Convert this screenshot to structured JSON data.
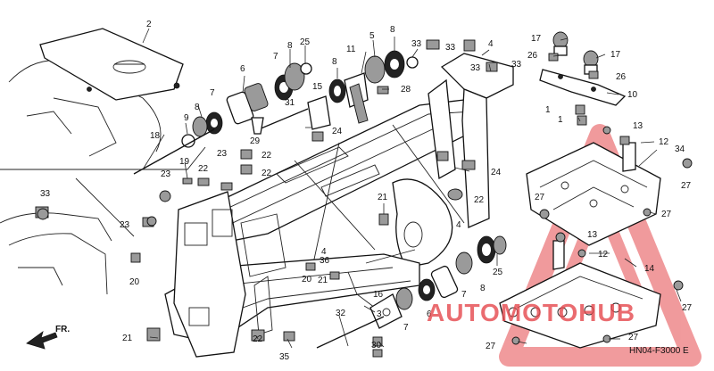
{
  "diagram": {
    "code": "HN04-F3000 E",
    "front_marker": "FR.",
    "watermark": "AUTOMOTOHUB",
    "callouts": [
      {
        "t": "2"
      },
      {
        "t": "8"
      },
      {
        "t": "25"
      },
      {
        "t": "5"
      },
      {
        "t": "8"
      },
      {
        "t": "33"
      },
      {
        "t": "33"
      },
      {
        "t": "4"
      },
      {
        "t": "33"
      },
      {
        "t": "33"
      },
      {
        "t": "17"
      },
      {
        "t": "17"
      },
      {
        "t": "26"
      },
      {
        "t": "26"
      },
      {
        "t": "10"
      },
      {
        "t": "6"
      },
      {
        "t": "7"
      },
      {
        "t": "8"
      },
      {
        "t": "11"
      },
      {
        "t": "15"
      },
      {
        "t": "28"
      },
      {
        "t": "7"
      },
      {
        "t": "8"
      },
      {
        "t": "9"
      },
      {
        "t": "31"
      },
      {
        "t": "29"
      },
      {
        "t": "24"
      },
      {
        "t": "1"
      },
      {
        "t": "1"
      },
      {
        "t": "13"
      },
      {
        "t": "12"
      },
      {
        "t": "34"
      },
      {
        "t": "18"
      },
      {
        "t": "23"
      },
      {
        "t": "22"
      },
      {
        "t": "19"
      },
      {
        "t": "23"
      },
      {
        "t": "22"
      },
      {
        "t": "22"
      },
      {
        "t": "24"
      },
      {
        "t": "27"
      },
      {
        "t": "27"
      },
      {
        "t": "27"
      },
      {
        "t": "33"
      },
      {
        "t": "21"
      },
      {
        "t": "22"
      },
      {
        "t": "4"
      },
      {
        "t": "23"
      },
      {
        "t": "13"
      },
      {
        "t": "12"
      },
      {
        "t": "14"
      },
      {
        "t": "25"
      },
      {
        "t": "8"
      },
      {
        "t": "20"
      },
      {
        "t": "4"
      },
      {
        "t": "36"
      },
      {
        "t": "20"
      },
      {
        "t": "21"
      },
      {
        "t": "16"
      },
      {
        "t": "3"
      },
      {
        "t": "7"
      },
      {
        "t": "6"
      },
      {
        "t": "7"
      },
      {
        "t": "32"
      },
      {
        "t": "27"
      },
      {
        "t": "21"
      },
      {
        "t": "22"
      },
      {
        "t": "30"
      },
      {
        "t": "35"
      },
      {
        "t": "27"
      },
      {
        "t": "27"
      }
    ]
  }
}
